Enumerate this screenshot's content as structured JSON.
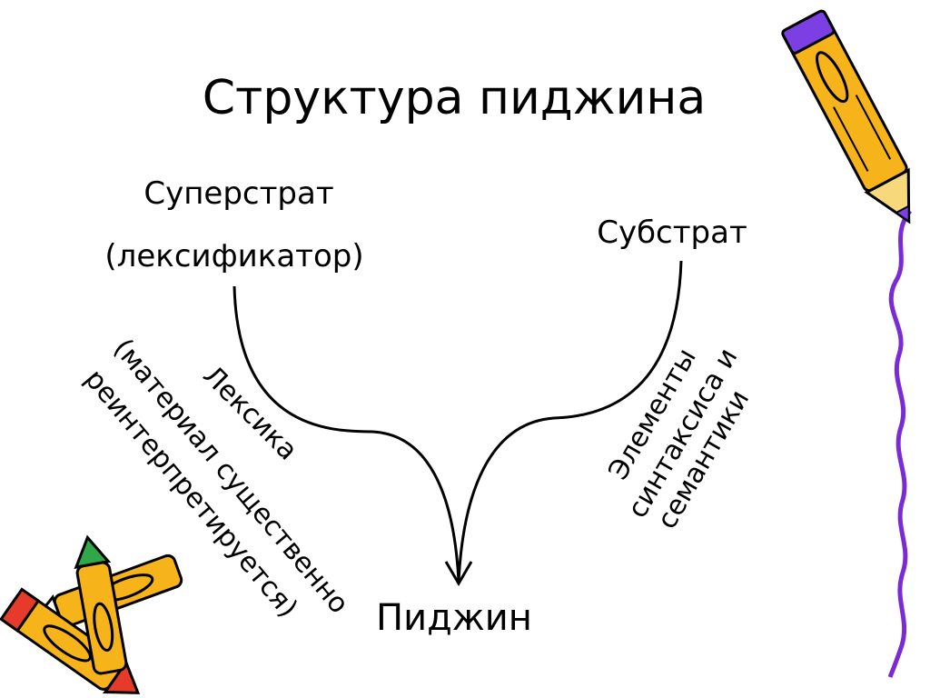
{
  "slide": {
    "title": "Структура пиджина",
    "superstrate_line1": "Суперстрат",
    "superstrate_line2": "(лексификатор)",
    "substrate": "Субстрат",
    "pidgin": "Пиджин",
    "left_arrow_label": "Лексика",
    "left_note_line1": "(материал существенно",
    "left_note_line2": "реинтерпретируется)",
    "right_label_line1": "Элементы",
    "right_label_line2": "синтаксиса и",
    "right_label_line3": "семантики"
  },
  "decor": {
    "pencil_colors": [
      "#f6b31a",
      "#7b3fe4",
      "#e63a2b",
      "#2fa84a"
    ],
    "wavy_line_color": "#7b2bd6"
  }
}
